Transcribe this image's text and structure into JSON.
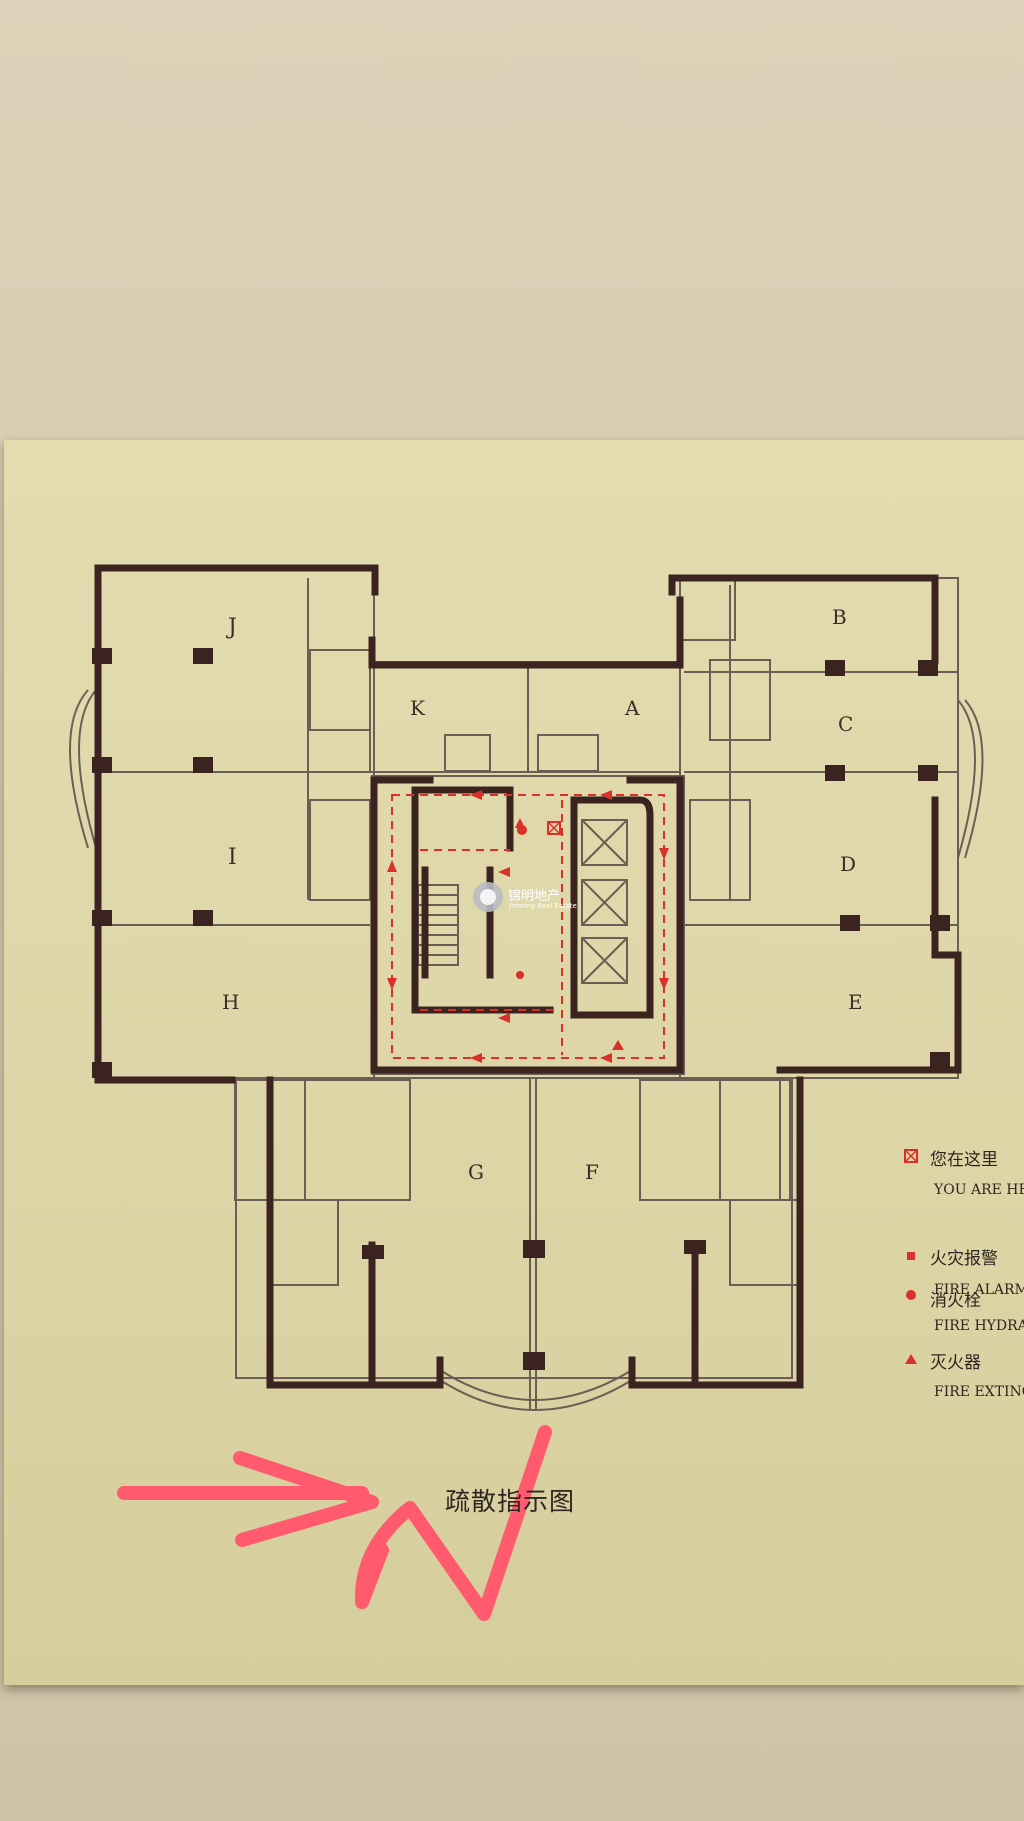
{
  "sign": {
    "rooms": [
      "J",
      "K",
      "A",
      "B",
      "C",
      "I",
      "D",
      "H",
      "E",
      "G",
      "F"
    ],
    "logo": {
      "name_cn": "锦明地产",
      "name_en": "Jinming Real Estate"
    },
    "legend": [
      {
        "cn": "您在这里",
        "en": "YOU ARE HER",
        "symbol": "you-are-here"
      },
      {
        "cn": "火灾报警",
        "en": "FIRE ALARM",
        "symbol": "fire-alarm"
      },
      {
        "cn": "消火栓",
        "en": "FIRE HYDRA",
        "symbol": "fire-hydrant"
      },
      {
        "cn": "灭火器",
        "en": "FIRE EXTING",
        "symbol": "fire-extinguisher"
      }
    ],
    "title": "疏散指示图"
  },
  "colors": {
    "wall": "#3b2320",
    "plan_line": "#6b5e55",
    "route_red": "#d9302a",
    "annotation_pink": "#ff5a6e",
    "paper": "#e0d8aa"
  }
}
